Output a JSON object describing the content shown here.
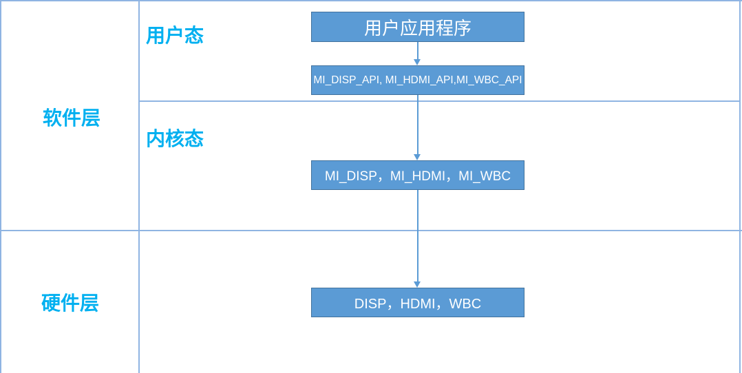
{
  "diagram": {
    "type": "layered-architecture-diagram",
    "labels": {
      "software_layer": "软件层",
      "hardware_layer": "硬件层",
      "user_mode": "用户态",
      "kernel_mode": "内核态"
    },
    "nodes": {
      "user_app": "用户应用程序",
      "user_api": "MI_DISP_API, MI_HDMI_API,MI_WBC_API",
      "kernel_modules": "MI_DISP，MI_HDMI，MI_WBC",
      "hardware_units": "DISP，HDMI，WBC"
    },
    "edges": [
      {
        "from": "user_app",
        "to": "user_api",
        "style": "arrow-down"
      },
      {
        "from": "user_api",
        "to": "kernel_modules",
        "style": "arrow-down"
      },
      {
        "from": "kernel_modules",
        "to": "hardware_units",
        "style": "arrow-down"
      }
    ],
    "colors": {
      "node_fill": "#5B9BD5",
      "node_border": "#41719C",
      "node_text": "#FFFFFF",
      "grid_line": "#8FB4E2",
      "layer_label_text": "#00B0F0",
      "arrow": "#5B9BD5",
      "background": "#FFFFFF"
    }
  }
}
